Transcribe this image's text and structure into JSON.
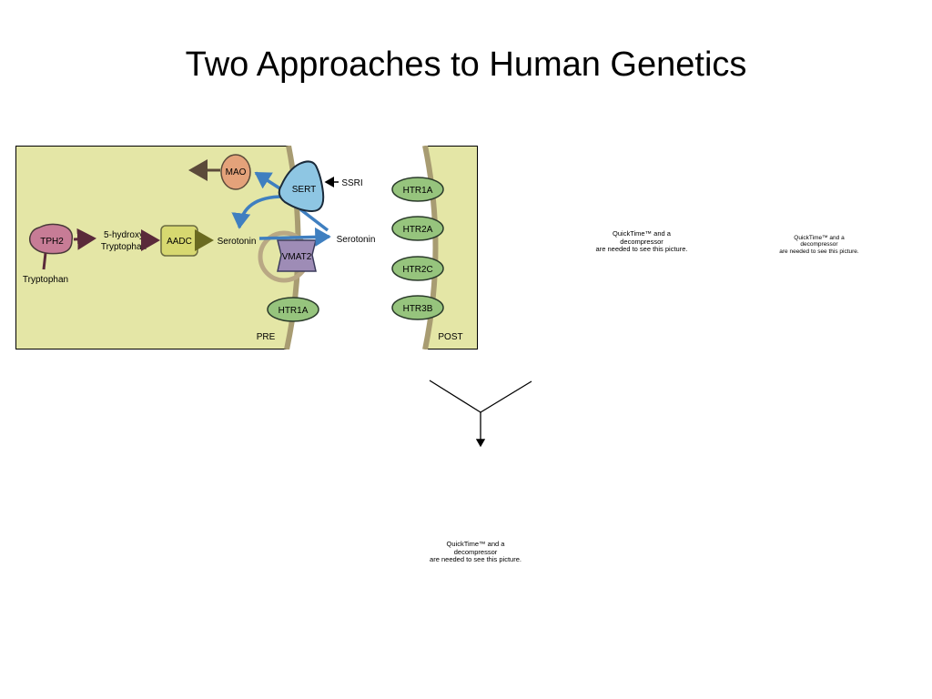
{
  "slide": {
    "title": "Two Approaches to Human Genetics"
  },
  "diagram": {
    "nodes": {
      "tph2": "TPH2",
      "tryptophan": "Tryptophan",
      "hydroxy_tryptophan_line1": "5-hydroxy",
      "hydroxy_tryptophan_line2": "Tryptophan",
      "aadc": "AADC",
      "serotonin_pre": "Serotonin",
      "mao": "MAO",
      "sert": "SERT",
      "ssri": "SSRI",
      "vmat2": "VMAT2",
      "serotonin_cleft": "Serotonin",
      "htr1a_pre": "HTR1A",
      "htr1a_post": "HTR1A",
      "htr2a": "HTR2A",
      "htr2c": "HTR2C",
      "htr3b": "HTR3B",
      "pre_label": "PRE",
      "post_label": "POST"
    },
    "colors": {
      "panel_bg": "#e4e6a6",
      "membrane": "#a89c72",
      "tph2": "#c77c96",
      "aadc": "#d7d870",
      "mao": "#e4a27a",
      "sert": "#8ec6e3",
      "vmat2": "#9e8cb6",
      "receptor": "#96c47d",
      "blue_arrow": "#3f7fc0",
      "dark_arrow": "#5a2a3a"
    }
  },
  "placeholders": [
    {
      "line1": "QuickTime™ and a",
      "line2": "decompressor",
      "line3": "are needed to see this picture."
    },
    {
      "line1": "QuickTime™ and a",
      "line2": "decompressor",
      "line3": "are needed to see this picture."
    },
    {
      "line1": "QuickTime™ and a",
      "line2": "decompressor",
      "line3": "are needed to see this picture."
    }
  ]
}
